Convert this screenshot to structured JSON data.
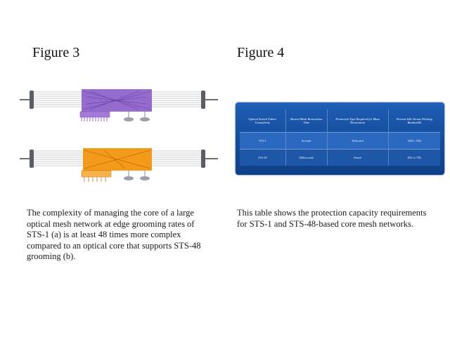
{
  "figure3": {
    "title": "Figure 3",
    "caption": "The complexity of managing the core of a large optical mesh network at edge grooming rates of STS-1 (a) is at least 48 times more complex compared to an optical core that supports STS-48 grooming (b).",
    "colors": {
      "purple": "#8b5cc9",
      "orange": "#f39a1a",
      "gray": "#9ba0a8",
      "line": "#6b6f75"
    }
  },
  "figure4": {
    "title": "Figure 4",
    "caption": "This table shows the protection capacity requirements for STS-1 and STS-48-based core mesh networks.",
    "colors": {
      "panel": "#1a56a8",
      "row1": "#2b69c0",
      "row2": "#1e57a8"
    },
    "table": {
      "headers": [
        "Optical Switch Fabric Granularity",
        "Shared Mesh Restoration Time",
        "Protection Type Required for Mass Restoration",
        "Percent Idle Versus Working Bandwidth"
      ],
      "rows": [
        [
          "STS-1",
          "Seconds",
          "Dedicated",
          "100% / 50%"
        ],
        [
          "STS-48",
          "Milliseconds",
          "Shared",
          "40% to 70%"
        ]
      ]
    }
  }
}
